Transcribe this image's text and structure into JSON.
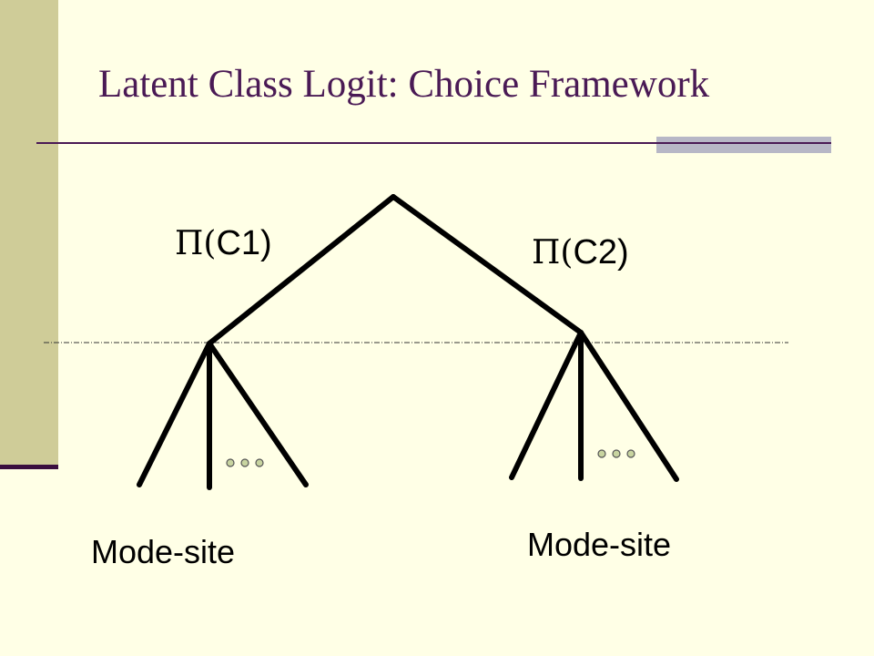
{
  "title": "Latent Class Logit: Choice Framework",
  "class_labels": [
    {
      "prefix": "Π(",
      "text": "C1)"
    },
    {
      "prefix": "Π(",
      "text": "C2)"
    }
  ],
  "leaf_labels": [
    "Mode-site",
    "Mode-site"
  ],
  "colors": {
    "background": "#FFFFE6",
    "sidebar": "#CFCC98",
    "title": "#4A1A55",
    "accent": "#B7B7C6",
    "ellipsis_dot": "#C8D4A0"
  }
}
